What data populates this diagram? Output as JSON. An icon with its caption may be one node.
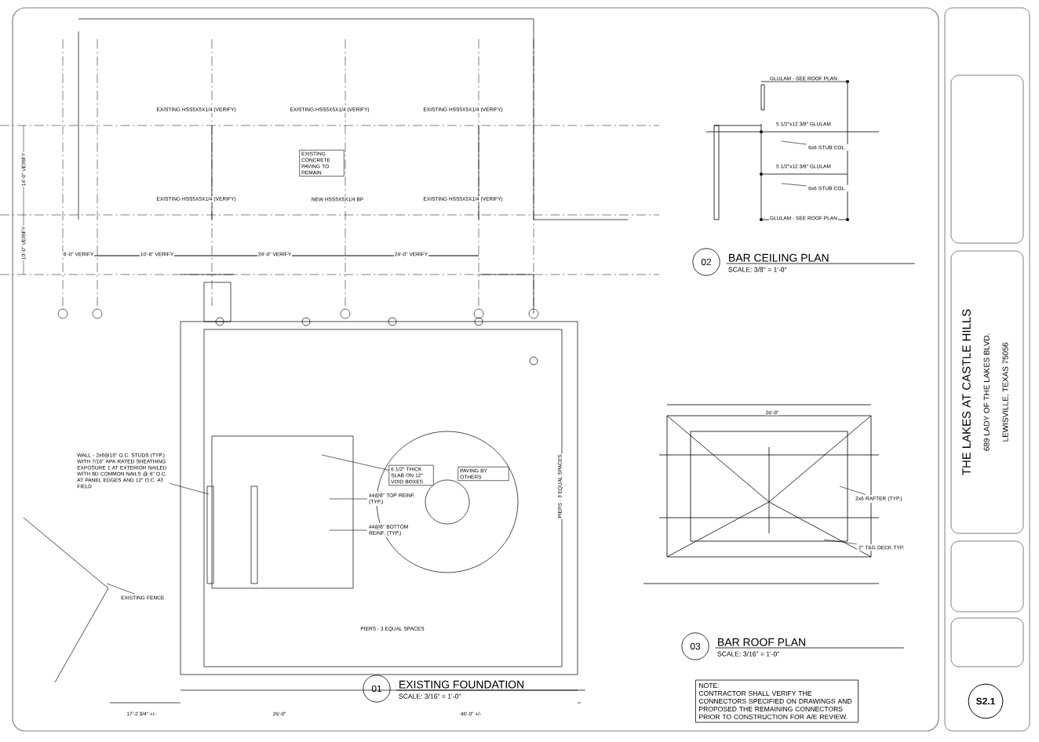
{
  "diagram": {
    "nodes": [
      {
        "text": [
          "THE LAKES AT CASTLE HILLS",
          "689 LADY OF THE LAKES BLVD.",
          "LEWISVILLE, TEXAS 75056"
        ]
      },
      {
        "text": [
          "S2.1"
        ]
      },
      {
        "text": [
          "01"
        ],
        "beside": [
          "EXISTING FOUNDATION",
          "SCALE: 3/16\" = 1'-0\""
        ]
      },
      {
        "text": [
          "02"
        ],
        "beside": [
          "BAR CEILING PLAN",
          "SCALE: 3/8\" = 1'-0\""
        ]
      },
      {
        "text": [
          "03"
        ],
        "beside": [
          "BAR ROOF PLAN",
          "SCALE: 3/16\" = 1'-0\""
        ]
      },
      {
        "text": [
          "NOTE:",
          "CONTRACTOR SHALL VERIFY THE CONNECTORS SPECIFIED ON DRAWINGS AND PROPOSED THE REMAINING CONNECTORS PRIOR TO CONSTRUCTION FOR A/E REVIEW."
        ]
      },
      {
        "text": [
          "EXISTING CONCRETE PAVING TO REMAIN"
        ]
      },
      {
        "text": [
          "6 1/2\" THICK SLAB ON 12\" VOID BOXES"
        ]
      },
      {
        "text": [
          "PAVING BY OTHERS"
        ]
      },
      {
        "text": [
          "WALL - 2x6@16\" O.C. STUDS (TYP.) WITH 7/16\" APA RATED SHEATHING EXPOSURE 1 AT EXTERIOR NAILED WITH 8D COMMON NAILS @ 6\" O.C. AT PANEL EDGES AND 12\" O.C. AT FIELD"
        ]
      },
      {
        "text": [
          "EXISTING FENCE"
        ]
      },
      {
        "text": [
          "#4@8\" TOP REINF. (TYP.)"
        ]
      },
      {
        "text": [
          "#4@8\" BOTTOM REINF. (TYP.)"
        ]
      },
      {
        "text": [
          "6x6 STUB COL."
        ]
      },
      {
        "text": [
          "6x6 STUB COL."
        ]
      },
      {
        "text": [
          "2x6 RAFTER (TYP.)"
        ]
      },
      {
        "text": [
          "2\" T&G DECK TYP."
        ]
      }
    ],
    "edges": [
      {
        "from": 7,
        "to": null,
        "arrow": "none"
      },
      {
        "from": 9,
        "to": null,
        "arrow": "none"
      },
      {
        "from": 10,
        "to": null,
        "arrow": "none"
      },
      {
        "from": 11,
        "to": null,
        "arrow": "none"
      },
      {
        "from": 12,
        "to": null,
        "arrow": "none"
      },
      {
        "from": 13,
        "to": null,
        "arrow": "none"
      },
      {
        "from": 14,
        "to": null,
        "arrow": "none"
      },
      {
        "from": 15,
        "to": null,
        "arrow": "none"
      },
      {
        "from": 16,
        "to": null,
        "arrow": "none"
      }
    ],
    "labels": [
      "EXISTING HSS5X5X1/4 (VERIFY)",
      "EXISTING HSS5X5X1/4 (VERIFY)",
      "EXISTING HSS5X5X1/4 (VERIFY)",
      "EXISTING HSS5X5X1/4 (VERIFY)",
      "NEW HSS5X5X1/4 BP",
      "EXISTING HSS5X5X1/4 (VERIFY)",
      "14'-0\" VERIFY",
      "10'-0\" VERIFY",
      "6'-0\" VERIFY",
      "10'-6\" VERIFY",
      "24'-0\" VERIFY",
      "24'-0\" VERIFY",
      "PIERS - 3 EQUAL SPACES",
      "PIERS - 3 EQUAL SPACES",
      "17'-2 3/4\" +/-",
      "26'-8\"",
      "46'-0\" +/-",
      "GLULAM - SEE ROOF PLAN",
      "5 1/2\"x12 3/8\" GLULAM",
      "5 1/2\"x12 3/8\" GLULAM",
      "GLULAM - SEE ROOF PLAN",
      "26'-8\""
    ]
  }
}
